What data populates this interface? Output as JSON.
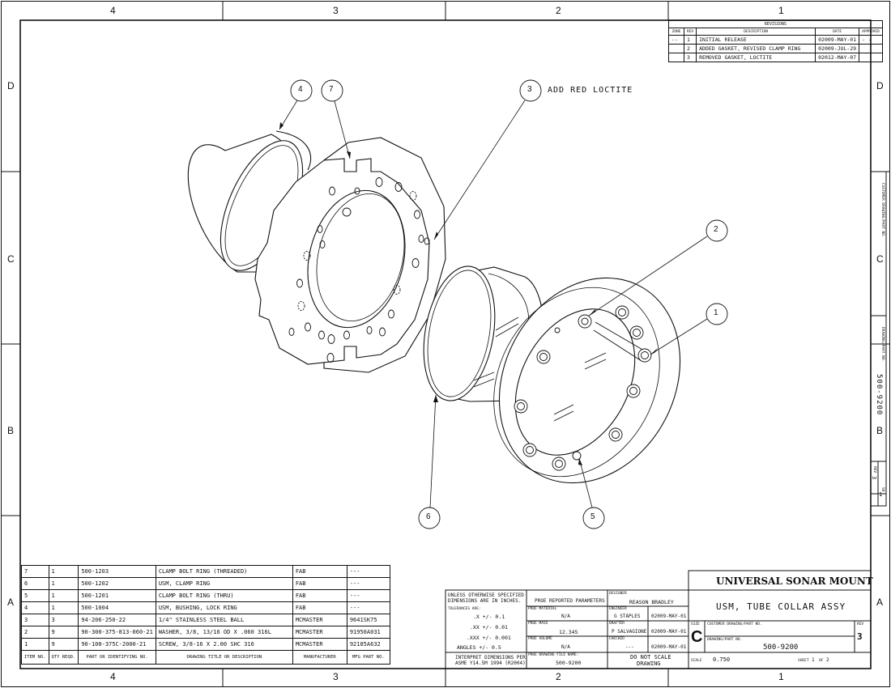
{
  "zones": {
    "columns": [
      "4",
      "3",
      "2",
      "1"
    ],
    "rows": [
      "D",
      "C",
      "B",
      "A"
    ]
  },
  "revisions": {
    "title": "REVISIONS",
    "headers": [
      "ZONE",
      "REV",
      "DESCRIPTION",
      "DATE",
      "APPROVED"
    ],
    "rows": [
      {
        "zone": "--",
        "rev": "1",
        "desc": "INITIAL RELEASE",
        "date": "02009-MAY-01",
        "approved": "- -"
      },
      {
        "zone": "",
        "rev": "2",
        "desc": "ADDED GASKET, REVISED CLAMP RING",
        "date": "02009-JUL-29",
        "approved": ""
      },
      {
        "zone": "",
        "rev": "3",
        "desc": "REMOVED GASKET, LOCTITE",
        "date": "02012-MAY-07",
        "approved": ""
      }
    ]
  },
  "callouts": [
    {
      "id": "1",
      "label": "1"
    },
    {
      "id": "2",
      "label": "2"
    },
    {
      "id": "3",
      "label": "3"
    },
    {
      "id": "4",
      "label": "4"
    },
    {
      "id": "5",
      "label": "5"
    },
    {
      "id": "6",
      "label": "6"
    },
    {
      "id": "7",
      "label": "7"
    }
  ],
  "note_loctite": "ADD RED LOCTITE",
  "bom": {
    "headers": [
      "ITEM NO.",
      "QTY REQD.",
      "PART OR IDENTIFYING NO.",
      "DRAWING TITLE OR DESCRIPTION",
      "MANUFACTURER",
      "MFG PART NO."
    ],
    "rows": [
      {
        "item": "7",
        "qty": "1",
        "part": "500-1203",
        "desc": "CLAMP BOLT RING (THREADED)",
        "mfr": "FAB",
        "mfgpn": "---"
      },
      {
        "item": "6",
        "qty": "1",
        "part": "500-1202",
        "desc": "USM, CLAMP RING",
        "mfr": "FAB",
        "mfgpn": "---"
      },
      {
        "item": "5",
        "qty": "1",
        "part": "500-1201",
        "desc": "CLAMP BOLT RING (THRU)",
        "mfr": "FAB",
        "mfgpn": "---"
      },
      {
        "item": "4",
        "qty": "1",
        "part": "500-1004",
        "desc": "USM, BUSHING, LOCK RING",
        "mfr": "FAB",
        "mfgpn": "---"
      },
      {
        "item": "3",
        "qty": "3",
        "part": "94-206-250-22",
        "desc": "1/4\" STAINLESS STEEL BALL",
        "mfr": "MCMASTER",
        "mfgpn": "9641SK75"
      },
      {
        "item": "2",
        "qty": "9",
        "part": "90-300-375-813-060-21",
        "desc": "WASHER, 3/8, 13/16 OD X .060 316L",
        "mfr": "MCMASTER",
        "mfgpn": "91950A031"
      },
      {
        "item": "1",
        "qty": "9",
        "part": "90-100-375C-2000-21",
        "desc": "SCREW, 3/8-16 X  2.00 SHC 316",
        "mfr": "MCMASTER",
        "mfgpn": "92185A632"
      }
    ]
  },
  "tolerances": {
    "header1": "UNLESS OTHERWISE SPECIFIED",
    "header2": "DIMENSIONS ARE IN INCHES.",
    "tol_label": "TOLERANCES ARE:",
    "x": ".X +/-  0.1",
    "xx": ".XX +/-  0.01",
    "xxx": ".XXX +/-  0.001",
    "angles": "ANGLES +/-  0.5",
    "interpret1": "INTERPRET DIMENSIONS PER",
    "interpret2": "ASME Y14.5M 1994 (R2004)"
  },
  "proe": {
    "reported": "PROE REPORTED PARAMETERS",
    "material_label": "PROE MATERIAL",
    "material": "N/A",
    "mass_label": "PROE MASS",
    "mass": "12.345",
    "volume_label": "PROE VOLUME",
    "volume": "N/A",
    "file_label": "PROE DRAWING FILE NAME:",
    "file": "500-9200"
  },
  "people": {
    "designer_label": "DESIGNER",
    "designer": "REASON BRADLEY",
    "engineer_label": "ENGINEER",
    "engineer": "G STAPLES",
    "engineer_date": "02009-MAY-01",
    "drafter_label": "DRAFTER",
    "drafter": "P SALVAGIONE",
    "drafter_date": "02009-MAY-01",
    "checked_label": "CHECKED",
    "checked": "---",
    "checked_date": "02009-MAY-01",
    "noscale1": "DO NOT SCALE",
    "noscale2": "DRAWING"
  },
  "title_block": {
    "company": "UNIVERSAL SONAR MOUNT",
    "title": "USM, TUBE COLLAR ASSY",
    "size_label": "SIZE",
    "size": "C",
    "cust_label": "CUSTOMER DRAWING/PART NO.",
    "dwg_label": "DRAWING/PART NO.",
    "dwg_no": "500-9200",
    "rev_label": "REV",
    "rev": "3",
    "scale_label": "SCALE",
    "scale": "0.750",
    "sheet_label": "SHEET",
    "sheet": "1",
    "of_label": "OF",
    "of": "2"
  },
  "side_block": {
    "cust_label": "CUSTOMER DRAWING/PART NO.",
    "dwg_label": "DRAWING/PART NO.",
    "dwg_no": "500-9200",
    "rev_label": "REV",
    "rev": "3",
    "sh_label": "SH",
    "sh": "1"
  }
}
